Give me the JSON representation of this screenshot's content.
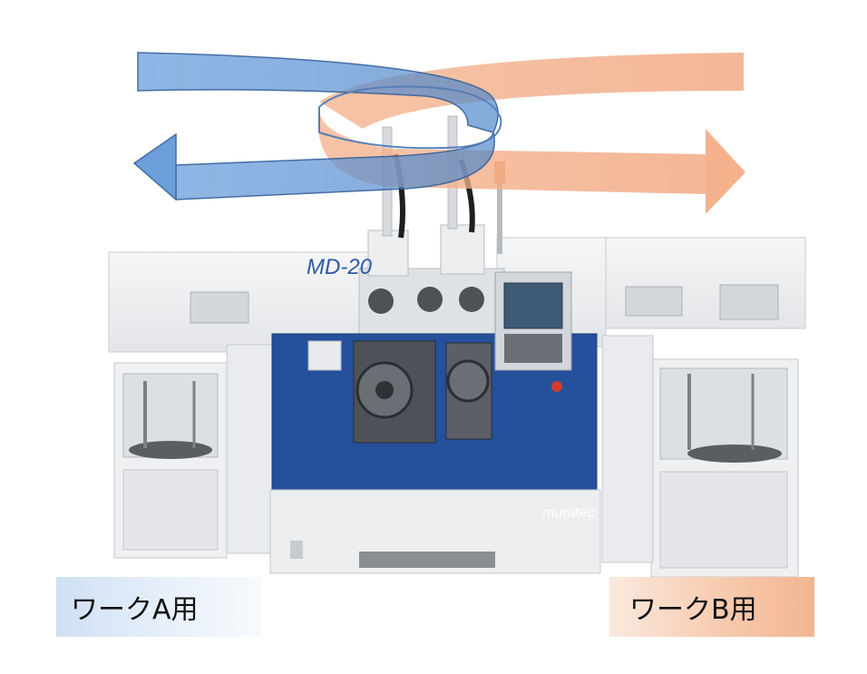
{
  "machine": {
    "model_badge": "MD-20",
    "brand_logo": "muratec"
  },
  "labels": {
    "workpiece_a": "ワークA用",
    "workpiece_b": "ワークB用"
  },
  "arrows": {
    "left_direction_color": "#5b93d6",
    "right_direction_color": "#f2a57a"
  },
  "colors": {
    "machine_body": "#eeeff1",
    "machine_blue": "#24509c",
    "label_a_bg": "#dbe8f7",
    "label_b_bg": "#f6c3a3"
  }
}
